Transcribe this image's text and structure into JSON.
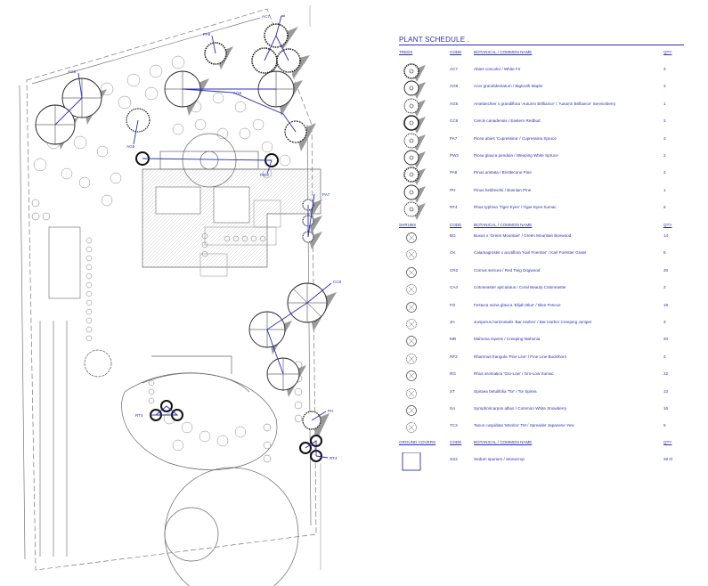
{
  "schedule": {
    "title": "PLANT SCHEDULE .",
    "sections": [
      {
        "heading": "TREES",
        "code_header": "CODE",
        "name_header": "BOTANICAL / COMMON NAME",
        "qty_header": "QTY",
        "rows": [
          {
            "code": "AC7",
            "name": "Abies concolor / White Fir",
            "qty": "3",
            "icon": "fir-tree-icon"
          },
          {
            "code": "AG8",
            "name": "Acer grandidentatum / Bigtooth Maple",
            "qty": "3",
            "icon": "maple-tree-icon"
          },
          {
            "code": "AG5",
            "name": "Amelanchier x grandiflora 'Autumn Brilliance' / 'Autumn Brilliance' Serviceberry",
            "qty": "1",
            "icon": "serviceberry-tree-icon"
          },
          {
            "code": "CC8",
            "name": "Cercis canadensis / Eastern Redbud",
            "qty": "3",
            "icon": "redbud-tree-icon"
          },
          {
            "code": "PA7",
            "name": "Picea abies 'Cupressina' / Cupressina Spruce",
            "qty": "3",
            "icon": "spruce-tree-icon"
          },
          {
            "code": "PW3",
            "name": "Picea glauca pendula / Weeping White Spruce",
            "qty": "2",
            "icon": "weeping-spruce-icon"
          },
          {
            "code": "PA8",
            "name": "Pinus aristata / Bristlecone Pine",
            "qty": "3",
            "icon": "bristlecone-pine-icon"
          },
          {
            "code": "PH",
            "name": "Pinus heldreichii / Bosnian Pine",
            "qty": "1",
            "icon": "bosnian-pine-icon"
          },
          {
            "code": "RT4",
            "name": "Rhus typhina 'Tiger Eyes' / Tiger Eyes Sumac",
            "qty": "6",
            "icon": "sumac-tree-icon"
          }
        ]
      },
      {
        "heading": "SHRUBS",
        "code_header": "CODE",
        "name_header": "BOTANICAL / COMMON NAME",
        "qty_header": "QTY",
        "rows": [
          {
            "code": "BG",
            "name": "Buxus x 'Green Mountain' / Green Mountain Boxwood",
            "qty": "14",
            "icon": "boxwood-shrub-icon"
          },
          {
            "code": "CK",
            "name": "Calamagrostis x acutiflora 'Karl Foerster' / Karl Foerster Grass",
            "qty": "8",
            "icon": "grass-shrub-icon"
          },
          {
            "code": "CR2",
            "name": "Cornus sericea / Red Twig Dogwood",
            "qty": "20",
            "icon": "dogwood-shrub-icon"
          },
          {
            "code": "CA4",
            "name": "Cotoneaster apiculatus / Coral Beauty Cotoneaster",
            "qty": "3",
            "icon": "cotoneaster-shrub-icon"
          },
          {
            "code": "FO",
            "name": "Festuca ovina glauca 'Elijah Blue' / Blue Fescue",
            "qty": "18",
            "icon": "fescue-shrub-icon"
          },
          {
            "code": "JH",
            "name": "Juniperus horizontalis 'Bar Harbor' / Bar Harbor Creeping Juniper",
            "qty": "3",
            "icon": "juniper-shrub-icon"
          },
          {
            "code": "MR",
            "name": "Mahonia repens / Creeping Mahonia",
            "qty": "20",
            "icon": "mahonia-shrub-icon"
          },
          {
            "code": "RF2",
            "name": "Rhamnus frangula 'Fine Line' / Fine Line Buckthorn",
            "qty": "3",
            "icon": "buckthorn-shrub-icon"
          },
          {
            "code": "RG",
            "name": "Rhus aromatica 'Gro-Low' / Gro-Low Sumac",
            "qty": "22",
            "icon": "gro-low-sumac-icon"
          },
          {
            "code": "ST",
            "name": "Spiraea betulifolia 'Tor' / Tor Spirea",
            "qty": "13",
            "icon": "spirea-shrub-icon"
          },
          {
            "code": "SA",
            "name": "Symphoricarpos albus / Common White Snowberry",
            "qty": "16",
            "icon": "snowberry-shrub-icon"
          },
          {
            "code": "TC3",
            "name": "Taxus cuspidata 'Monloo' TM / Spreader Japanese Yew",
            "qty": "5",
            "icon": "yew-shrub-icon"
          }
        ]
      },
      {
        "heading": "GROUND COVERS",
        "code_header": "CODE",
        "name_header": "BOTANICAL / COMMON NAME",
        "qty_header": "QTY",
        "rows": [
          {
            "code": "SS3",
            "name": "Sedum spurium / Stonecrop",
            "qty": "28 sf",
            "icon": "groundcover-square-icon"
          }
        ]
      }
    ]
  },
  "plan_tags": {
    "ac7": "AC7",
    "pa8": "PA8",
    "ag8": "AG8",
    "ag6": "AG6",
    "ag5": "AG5",
    "pw3": "PW3",
    "pa7": "PA7",
    "cc8": "CC8",
    "ph": "PH",
    "rt4_left": "RT4",
    "rt4_right": "RT4"
  },
  "colors": {
    "callout": "#2a2fb0",
    "linework": "#555555",
    "shadow": "#9a9a9a"
  }
}
